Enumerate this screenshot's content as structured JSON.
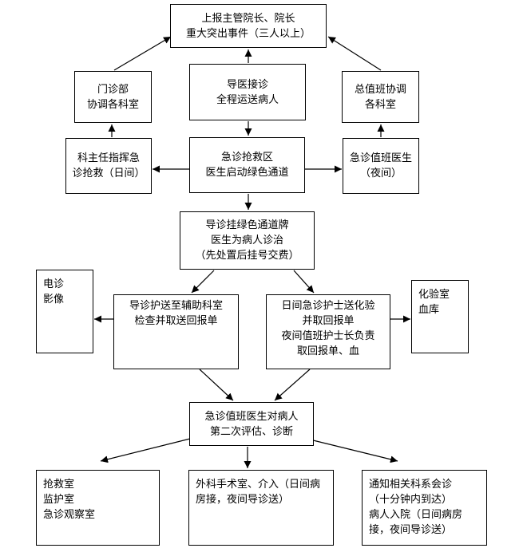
{
  "nodes": {
    "report": [
      "上报主管院长、院长",
      "重大突出事件（三人以上）"
    ],
    "guide": [
      "导医接诊",
      "全程运送病人"
    ],
    "outpatient": [
      "门诊部",
      "协调各科室"
    ],
    "duty_coord": [
      "总值班协调",
      "各科室"
    ],
    "rescue_area": [
      "急诊抢救区",
      "医生启动绿色通道"
    ],
    "director": [
      "科主任指挥急",
      "诊抢救（日间）"
    ],
    "night_doctor": [
      "急诊值班医生",
      "（夜间）"
    ],
    "green_channel": [
      "导诊挂绿色通道牌",
      "医生为病人诊治",
      "（先处置后挂号交费）"
    ],
    "ecg_imaging": [
      "电诊",
      "影像"
    ],
    "escort_aux": [
      "导诊护送至辅助科室",
      "检查并取送回报单"
    ],
    "nurse_lab": [
      "日间急诊护士送化验",
      "并取回报单",
      "夜间值班护士长负责",
      "取回报单、血"
    ],
    "lab_blood": [
      "化验室",
      "血库"
    ],
    "second_eval": [
      "急诊值班医生对病人",
      "第二次评估、诊断"
    ],
    "rooms": [
      "抢救室",
      "监护室",
      "急诊观察室"
    ],
    "surgery": [
      "外科手术室、介入（日间病房接，夜间导诊送）"
    ],
    "consult": [
      "通知相关科系会诊",
      "（十分钟内到达）",
      "病人入院（日间病房接，夜间导诊送）"
    ]
  }
}
